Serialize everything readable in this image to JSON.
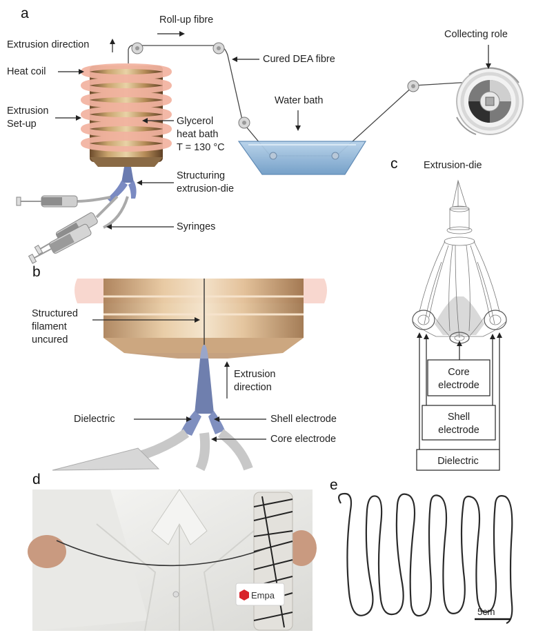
{
  "panels": {
    "a": {
      "letter": "a",
      "roll_up_fibre": "Roll-up fibre",
      "collecting_role": "Collecting role",
      "extrusion_direction": "Extrusion direction",
      "cured_dea_fibre": "Cured DEA fibre",
      "heat_coil": "Heat coil",
      "water_bath": "Water bath",
      "extrusion_setup_1": "Extrusion",
      "extrusion_setup_2": "Set-up",
      "glycerol_1": "Glycerol",
      "glycerol_2": "heat bath",
      "glycerol_3": "T = 130 °C",
      "structuring_1": "Structuring",
      "structuring_2": "extrusion-die",
      "syringes": "Syringes"
    },
    "b": {
      "letter": "b",
      "structured_1": "Structured",
      "structured_2": "filament",
      "structured_3": "uncured",
      "extrusion_1": "Extrusion",
      "extrusion_2": "direction",
      "dielectric": "Dielectric",
      "shell_electrode": "Shell electrode",
      "core_electrode": "Core electrode"
    },
    "c": {
      "letter": "c",
      "title": "Extrusion-die",
      "core_1": "Core",
      "core_2": "electrode",
      "shell_1": "Shell",
      "shell_2": "electrode",
      "dielectric": "Dielectric"
    },
    "d": {
      "letter": "d",
      "badge_text": "Empa"
    },
    "e": {
      "letter": "e",
      "scale_bar": "5cm"
    }
  },
  "colors": {
    "heat_coil": "#f2b3a0",
    "bath_cylinder": "#b08a5a",
    "water_bath": "#8fb4d6",
    "badge_red": "#d8232a",
    "coat": "#efefec",
    "fibre": "#333333"
  }
}
